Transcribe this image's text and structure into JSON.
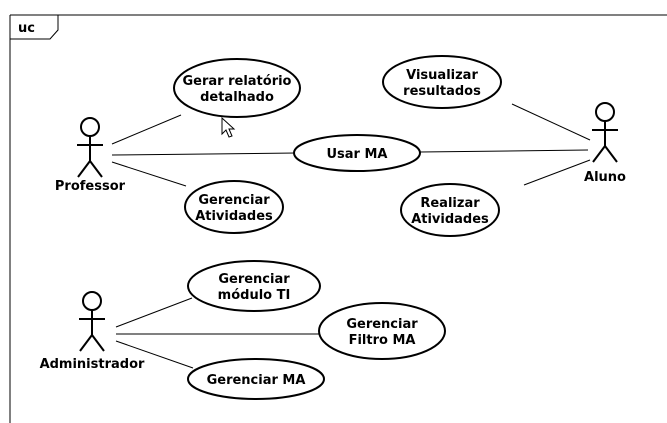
{
  "diagram": {
    "frame_label": "uc",
    "actors": [
      {
        "id": "professor",
        "name": "Professor"
      },
      {
        "id": "aluno",
        "name": "Aluno"
      },
      {
        "id": "administrador",
        "name": "Administrador"
      }
    ],
    "use_cases": [
      {
        "id": "gerar-relatorio",
        "lines": [
          "Gerar relatório",
          "detalhado"
        ]
      },
      {
        "id": "usar-ma",
        "lines": [
          "Usar MA"
        ]
      },
      {
        "id": "gerenciar-atividades",
        "lines": [
          "Gerenciar",
          "Atividades"
        ]
      },
      {
        "id": "visualizar-resultados",
        "lines": [
          "Visualizar",
          "resultados"
        ]
      },
      {
        "id": "realizar-atividades",
        "lines": [
          "Realizar",
          "Atividades"
        ]
      },
      {
        "id": "gerenciar-modulo-ti",
        "lines": [
          "Gerenciar",
          "módulo TI"
        ]
      },
      {
        "id": "gerenciar-filtro-ma",
        "lines": [
          "Gerenciar",
          "Filtro MA"
        ]
      },
      {
        "id": "gerenciar-ma",
        "lines": [
          "Gerenciar MA"
        ]
      }
    ],
    "associations": [
      {
        "from": "professor",
        "to": "gerar-relatorio"
      },
      {
        "from": "professor",
        "to": "usar-ma"
      },
      {
        "from": "professor",
        "to": "gerenciar-atividades"
      },
      {
        "from": "aluno",
        "to": "visualizar-resultados"
      },
      {
        "from": "aluno",
        "to": "usar-ma"
      },
      {
        "from": "aluno",
        "to": "realizar-atividades"
      },
      {
        "from": "administrador",
        "to": "gerenciar-modulo-ti"
      },
      {
        "from": "administrador",
        "to": "gerenciar-filtro-ma"
      },
      {
        "from": "administrador",
        "to": "gerenciar-ma"
      }
    ],
    "mouse_cursor": "arrow-cursor-icon"
  }
}
